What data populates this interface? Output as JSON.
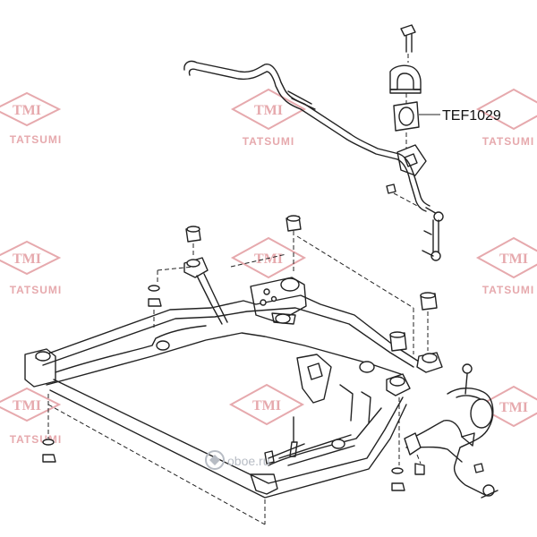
{
  "watermark": {
    "logo_text": "TMI",
    "brand_text": "TATSUMI",
    "color": "#e6a9ad"
  },
  "callout": {
    "part_number": "TEF1029"
  },
  "corner_brand": {
    "text": "oboe.ru",
    "icon": "oboe-logo-icon",
    "color": "#b7bcc4"
  }
}
